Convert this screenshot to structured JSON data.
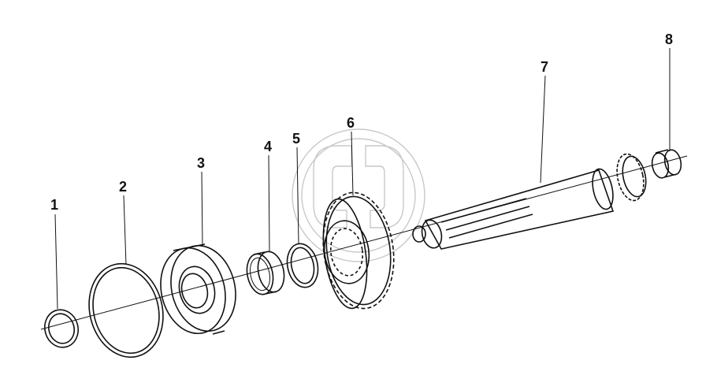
{
  "diagram": {
    "labels": [
      "1",
      "2",
      "3",
      "4",
      "5",
      "6",
      "7",
      "8"
    ],
    "watermark_icon": "logo-watermark-icon"
  }
}
